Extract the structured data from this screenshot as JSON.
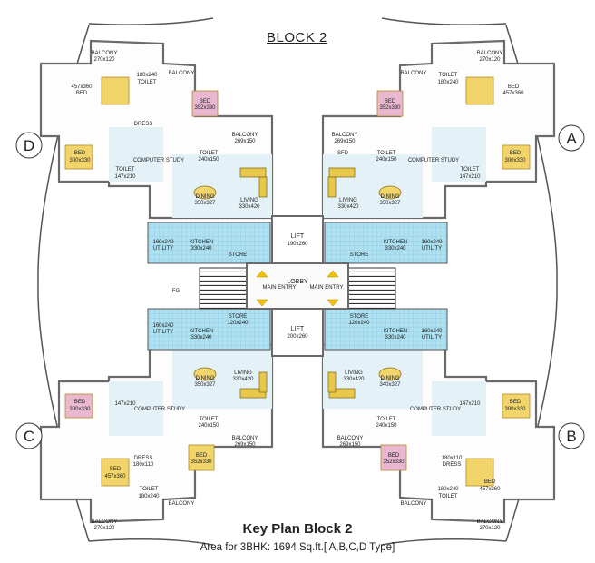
{
  "block_title": "BLOCK 2",
  "caption": {
    "title": "Key Plan Block 2",
    "subtitle": "Area for 3BHK: 1694 Sq.ft.[ A,B,C,D Type]"
  },
  "units": {
    "A": "A",
    "B": "B",
    "C": "C",
    "D": "D"
  },
  "core": {
    "lift_top": "LIFT",
    "lift_top_dim": "190x260",
    "lift_bottom": "LIFT",
    "lift_bottom_dim": "200x260",
    "lobby": "LOBBY",
    "main_entry_left": "MAIN ENTRY",
    "main_entry_right": "MAIN ENTRY",
    "fg": "FG"
  },
  "rooms": {
    "balcony": "BALCONY",
    "balcony_dim_a": "270x120",
    "balcony_dim_b": "269x150",
    "bed": "BED",
    "bed_457": "457x360",
    "bed_352": "352x330",
    "bed_300": "300x330",
    "toilet": "TOILET",
    "toilet_180": "180x240",
    "toilet_240": "240x150",
    "toilet_147": "147x210",
    "dress": "DRESS",
    "dress_dim": "180x110",
    "computer_study": "COMPUTER STUDY",
    "dining": "DINING",
    "dining_dim": "350x327",
    "dining_dim_b": "340x327",
    "living": "LIVING",
    "living_dim": "330x420",
    "kitchen": "KITCHEN",
    "kitchen_dim": "330x240",
    "utility": "UTILITY",
    "utility_dim": "160x240",
    "store": "STORE",
    "store_dim": "120x240",
    "sfd": "SFD"
  },
  "colors": {
    "wall": "#6a6a6a",
    "kitchen_blue": "#aee0f0",
    "floor_light": "#e4f2f8",
    "bed_yellow": "#f2d56a",
    "bed_pink": "#e9b7cf",
    "sofa_yellow": "#e8c84a"
  }
}
